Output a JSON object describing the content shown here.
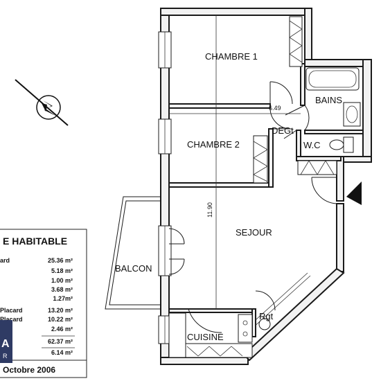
{
  "rooms": {
    "chambre1": "CHAMBRE 1",
    "chambre2": "CHAMBRE 2",
    "bains": "BAINS",
    "degt": "DEGt",
    "wc": "W.C",
    "sejour": "SEJOUR",
    "balcon": "BALCON",
    "cuisine": "CUISINE",
    "rgt": "Rgt"
  },
  "dimensions": {
    "width": "6.49",
    "length": "11.90"
  },
  "table": {
    "title": "E HABITABLE",
    "rows": [
      {
        "label": "ard",
        "value": "25.36 m²"
      },
      {
        "label": "",
        "value": "5.18 m²"
      },
      {
        "label": "",
        "value": "1.00 m²"
      },
      {
        "label": "",
        "value": "3.68 m²"
      },
      {
        "label": "",
        "value": "1.27m²"
      },
      {
        "label": "Placard",
        "value": "13.20 m²"
      },
      {
        "label": "Placard",
        "value": "10.22 m²"
      },
      {
        "label": "",
        "value": "2.46 m²"
      },
      {
        "label": "",
        "value": "62.37 m²"
      },
      {
        "label": "",
        "value": "6.14 m²"
      }
    ],
    "footer": "Octobre 2006"
  },
  "logo": {
    "text": "A",
    "subtext": "R"
  },
  "icons": {
    "compass": "north-arrow-icon",
    "entrance": "entrance-arrow-icon"
  }
}
